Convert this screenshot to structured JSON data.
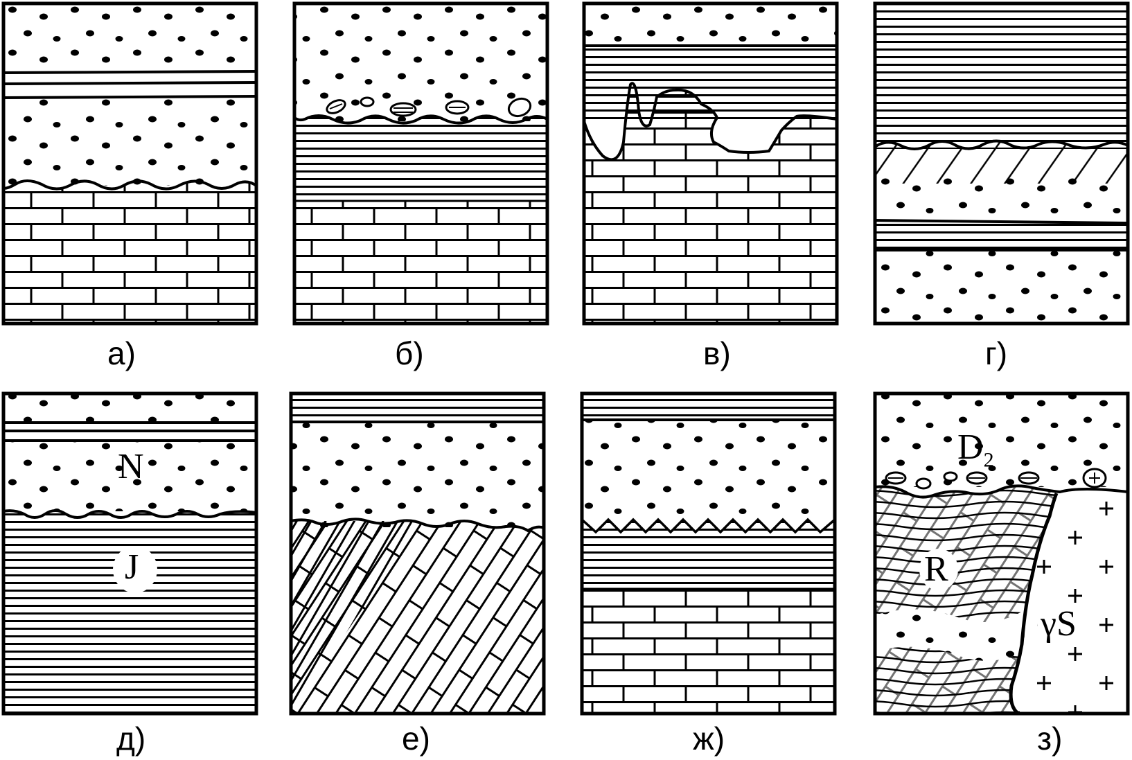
{
  "panels": [
    {
      "caption": "а)",
      "layers": [
        "sand",
        "clay",
        "sand",
        "limestone"
      ],
      "contact": "wavy"
    },
    {
      "caption": "б)",
      "layers": [
        "sand",
        "pebbles",
        "clay",
        "limestone"
      ],
      "contact": "wavy"
    },
    {
      "caption": "в)",
      "layers": [
        "sand",
        "clay",
        "limestone"
      ],
      "contact": "irregular"
    },
    {
      "caption": "г)",
      "layers": [
        "clay",
        "weathered",
        "sand",
        "clay",
        "sand"
      ],
      "contact": "wavy"
    },
    {
      "caption": "д)",
      "layers": [
        "sand",
        "clay",
        "sand",
        "clay"
      ],
      "contact": "wavy"
    },
    {
      "caption": "е)",
      "layers": [
        "clay",
        "sand",
        "tilted-beds"
      ],
      "contact": "angular"
    },
    {
      "caption": "ж)",
      "layers": [
        "clay",
        "sand",
        "clay",
        "limestone"
      ],
      "contact": "zigzag"
    },
    {
      "caption": "з)",
      "layers": [
        "sand",
        "folded-beds",
        "granite"
      ],
      "contact": "intrusive"
    }
  ],
  "labels": {
    "N": "N",
    "J": "J",
    "D": "D",
    "D_sub": "2",
    "R": "R",
    "gammaS": "γS"
  }
}
